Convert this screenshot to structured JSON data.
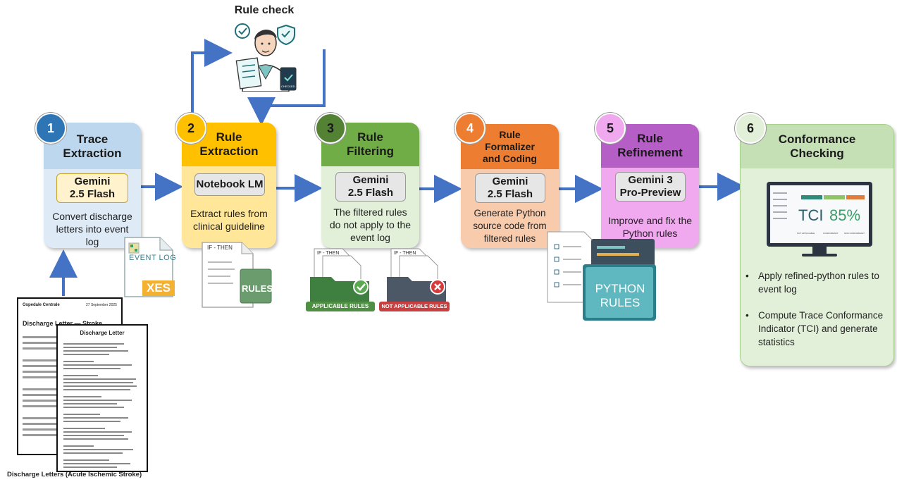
{
  "rule_check": {
    "title": "Rule check",
    "badge": "CHECKED"
  },
  "steps": [
    {
      "number": "1",
      "title": "Trace\nExtraction",
      "model": "Gemini\n2.5 Flash",
      "desc": "Convert discharge letters into event log",
      "colors": {
        "head": "#bdd7ee",
        "body": "#deebf7",
        "badge": "#2e75b6",
        "model_bg": "#fff2cc"
      }
    },
    {
      "number": "2",
      "title": "Rule\nExtraction",
      "model": "Notebook LM",
      "desc": "Extract rules from clinical guideline",
      "colors": {
        "head": "#ffc000",
        "body": "#ffe699",
        "badge": "#ffc000",
        "model_bg": "#e7e6e6"
      }
    },
    {
      "number": "3",
      "title": "Rule\nFiltering",
      "model": "Gemini\n2.5 Flash",
      "desc": "The filtered rules do not apply to the event log",
      "colors": {
        "head": "#70ad47",
        "body": "#e2f0d9",
        "badge": "#548235",
        "model_bg": "#e7e6e6"
      }
    },
    {
      "number": "4",
      "title": "Rule\nFormalizer\nand Coding",
      "model": "Gemini\n2.5 Flash",
      "desc": "Generate Python source code from filtered rules",
      "colors": {
        "head": "#ed7d31",
        "body": "#f8cbad",
        "badge": "#ed7d31",
        "model_bg": "#e7e6e6"
      }
    },
    {
      "number": "5",
      "title": "Rule\nRefinement",
      "model": "Gemini 3\nPro-Preview",
      "desc": "Improve and fix the Python rules",
      "colors": {
        "head": "#b55fc6",
        "body": "#f0a8ee",
        "badge": "#f0a8ee",
        "model_bg": "#e7e6e6"
      }
    },
    {
      "number": "6",
      "title": "Conformance\nChecking",
      "colors": {
        "head": "#c5e0b4",
        "body": "#e2f0d9",
        "badge": "#e2f0d9"
      }
    }
  ],
  "conformance_items": [
    "Apply refined-python rules to event log",
    "Compute Trace Conformance Indicator (TCI) and generate statistics"
  ],
  "monitor": {
    "tci_label": "TCI",
    "tci_value": "85%",
    "legend": [
      "NOT APPLICABLE",
      "CONFORMANT",
      "NON CONFORMANT"
    ]
  },
  "artifacts": {
    "event_log": "EVENT LOG",
    "xes": "XES",
    "if_then": "IF - THEN",
    "rules": "RULES",
    "applicable": "APPLICABLE RULES",
    "not_applicable": "NOT APPLICABLE RULES",
    "python_rules": "PYTHON\nRULES"
  },
  "letters": {
    "back_header_left": "Ospedale Centrale",
    "back_header_right": "27 September 2025",
    "back_title": "Discharge Letter — Stroke",
    "front_title": "Discharge Letter",
    "caption": "Discharge Letters (Acute Ischemic Stroke)"
  }
}
